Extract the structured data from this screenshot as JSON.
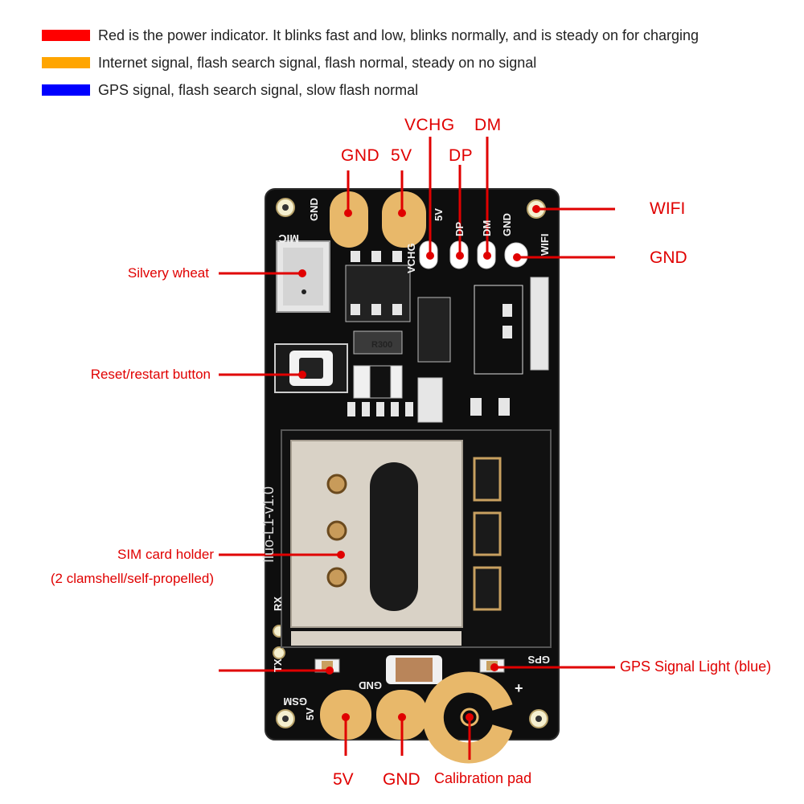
{
  "legend": [
    {
      "color": "#ff0000",
      "text": "Red is the power indicator. It blinks fast and low, blinks normally, and is steady on for charging"
    },
    {
      "color": "#ffa500",
      "text": "Internet signal, flash search signal, flash normal, steady on no signal"
    },
    {
      "color": "#0000ff",
      "text": "GPS signal, flash search signal, slow flash normal"
    }
  ],
  "callouts": {
    "top": {
      "gnd": "GND",
      "v5": "5V",
      "vchg": "VCHG",
      "dp": "DP",
      "dm": "DM"
    },
    "right": {
      "wifi": "WIFI",
      "gnd": "GND",
      "gps_light": "GPS Signal Light (blue)"
    },
    "left": {
      "mic": "Silvery wheat",
      "reset": "Reset/restart button",
      "sim": "SIM card holder",
      "sim_note": "(2 clamshell/self-propelled)"
    },
    "bottom": {
      "v5": "5V",
      "gnd": "GND",
      "cal": "Calibration pad"
    }
  },
  "silkscreen": {
    "gnd_top": "GND",
    "v5_top": "5V",
    "vchg": "VCHG",
    "dp": "DP",
    "dm": "DM",
    "gnd_right": "GND",
    "wifi": "WIFI",
    "mic": "MIC",
    "version": "Iluo-L1-v1.0",
    "rx": "RX",
    "tx": "TX",
    "gsm": "GSM",
    "v5_bottom": "5V",
    "gnd_bottom": "GND",
    "gps": "GPS",
    "plus": "+",
    "resistor": "R300"
  },
  "colors": {
    "label_red": "#e00000",
    "board": "#101010",
    "pad_gold": "#e8b86a"
  }
}
